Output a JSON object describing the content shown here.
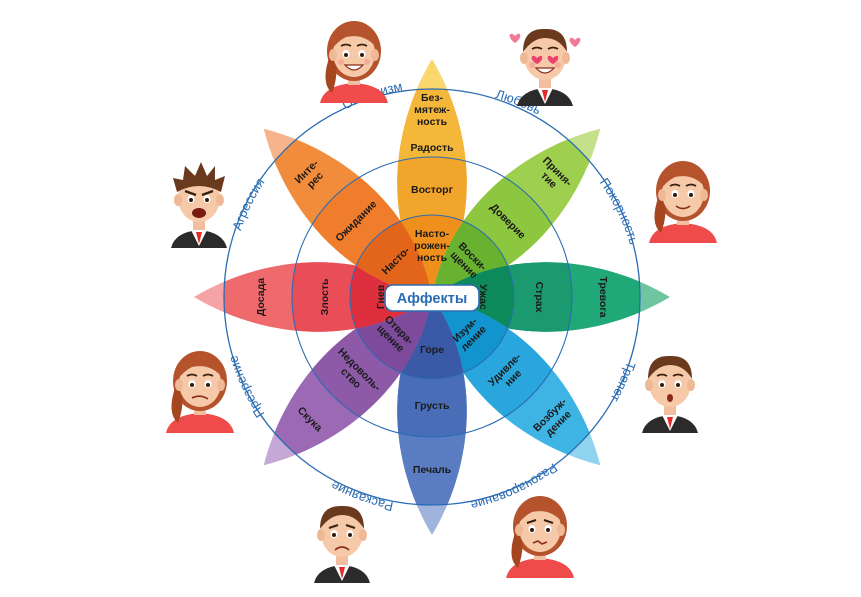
{
  "center": {
    "label": "Аффекты"
  },
  "petals": [
    {
      "id": "joy",
      "color": "#f2a52b",
      "light": "#f9d76c",
      "mid": "#f5b73a",
      "inner": "#ef8f1c",
      "inner_label": [
        "Насто-",
        "рожен-",
        "ность"
      ],
      "mid_label": [
        "Восторг"
      ],
      "mid2_label": [
        "Радость"
      ],
      "outer_label": [
        "Без-",
        "мятеж-",
        "ность"
      ]
    },
    {
      "id": "trust",
      "color": "#8dc63f",
      "light": "#c5e08a",
      "mid": "#9fcf4e",
      "inner": "#69b230",
      "inner_label": [
        "Воски-",
        "щение"
      ],
      "mid_label": [
        "Доверие"
      ],
      "mid2_label": [],
      "outer_label": [
        "Приня-",
        "тие"
      ]
    },
    {
      "id": "fear",
      "color": "#1a9a6e",
      "light": "#6fc59f",
      "mid": "#20a878",
      "inner": "#0d8a5c",
      "inner_label": [
        "Ужас"
      ],
      "mid_label": [
        "Страх"
      ],
      "mid2_label": [],
      "outer_label": [
        "Тревога"
      ]
    },
    {
      "id": "surprise",
      "color": "#29a6dd",
      "light": "#8fd3ef",
      "mid": "#3db4e3",
      "inner": "#1294cf",
      "inner_label": [
        "Изум-",
        "ление"
      ],
      "mid_label": [
        "Удивле-",
        "ние"
      ],
      "mid2_label": [],
      "outer_label": [
        "Возбуж-",
        "дение"
      ]
    },
    {
      "id": "sadness",
      "color": "#4a6db8",
      "light": "#9fb3dc",
      "mid": "#5a7cc2",
      "inner": "#3a5aa8",
      "inner_label": [
        "Горе"
      ],
      "mid_label": [
        "Грусть"
      ],
      "mid2_label": [],
      "outer_label": [
        "Печаль"
      ]
    },
    {
      "id": "disgust",
      "color": "#8e5aa8",
      "light": "#c5a8d6",
      "mid": "#9c6ab5",
      "inner": "#7d4a9c",
      "inner_label": [
        "Отвра-",
        "щение"
      ],
      "mid_label": [
        "Недоволь-",
        "ство"
      ],
      "mid2_label": [],
      "outer_label": [
        "Скука"
      ]
    },
    {
      "id": "anger",
      "color": "#e94d57",
      "light": "#f5a3a5",
      "mid": "#ef6a6c",
      "inner": "#dd2f3e",
      "inner_label": [
        "Гнев"
      ],
      "mid_label": [
        "Злость"
      ],
      "mid2_label": [],
      "outer_label": [
        "Досада"
      ]
    },
    {
      "id": "anticip",
      "color": "#ef7d2c",
      "light": "#f6b48c",
      "mid": "#f18c3c",
      "inner": "#e2651b",
      "inner_label": [
        "Насто-"
      ],
      "mid_label": [
        "Ожидание"
      ],
      "mid2_label": [],
      "outer_label": [
        "Инте-",
        "рес"
      ]
    }
  ],
  "ring_labels": {
    "top_right": "Любовь",
    "right_top": "Покорность",
    "right_bottom": "Трепет",
    "bottom_right": "Разочарование",
    "bottom_left": "Раскаяние",
    "left_bottom": "Презрение",
    "left_top": "Агрессия",
    "top_left": "Оптимизм"
  },
  "faces": [
    {
      "name": "optimism-face",
      "gender": "female",
      "mood": "happy"
    },
    {
      "name": "love-face",
      "gender": "male",
      "mood": "love"
    },
    {
      "name": "submission-face",
      "gender": "female",
      "mood": "smile"
    },
    {
      "name": "awe-face",
      "gender": "male",
      "mood": "surprised"
    },
    {
      "name": "disappoint-face",
      "gender": "female",
      "mood": "confused"
    },
    {
      "name": "remorse-face",
      "gender": "male",
      "mood": "sad"
    },
    {
      "name": "contempt-face",
      "gender": "female",
      "mood": "disgust"
    },
    {
      "name": "aggression-face",
      "gender": "male",
      "mood": "angry"
    }
  ]
}
